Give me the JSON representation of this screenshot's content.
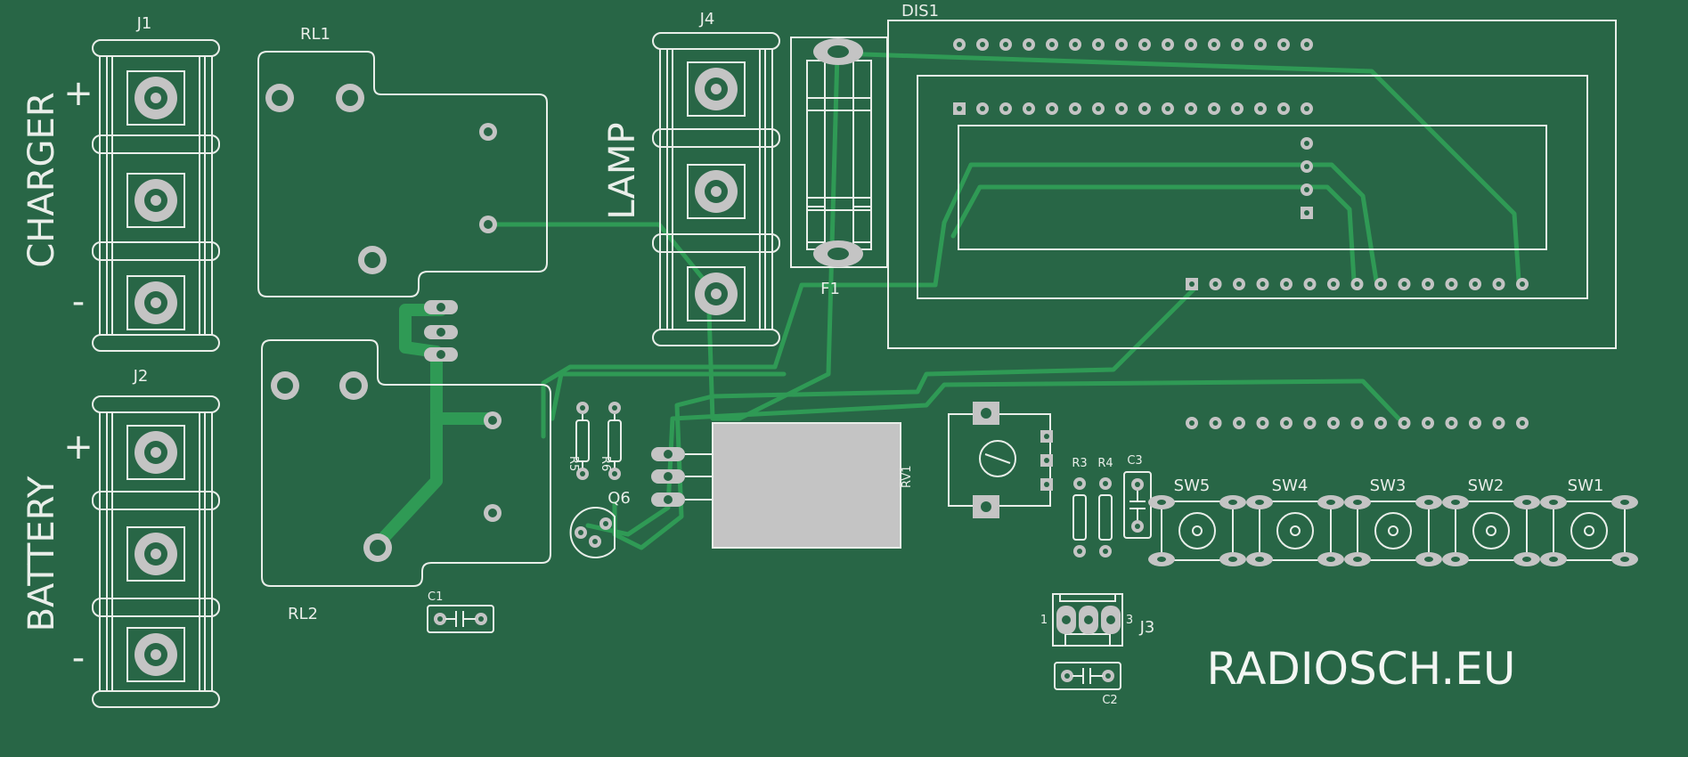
{
  "board": {
    "components": {
      "j1": "J1",
      "j2": "J2",
      "j3": "J3",
      "j4": "J4",
      "rl1": "RL1",
      "rl2": "RL2",
      "f1": "F1",
      "dis1": "DIS1",
      "rv1": "RV1",
      "q6": "Q6",
      "r3": "R3",
      "r4": "R4",
      "r5": "R5",
      "r6": "R6",
      "c1": "C1",
      "c2": "C2",
      "c3": "C3",
      "sw1": "SW1",
      "sw2": "SW2",
      "sw3": "SW3",
      "sw4": "SW4",
      "sw5": "SW5",
      "j3_pin1": "1",
      "j3_pin3": "3"
    },
    "silkscreen": {
      "charger": "CHARGER",
      "battery": "BATTERY",
      "lamp": "LAMP",
      "plus": "+",
      "minus": "-",
      "brand": "RADIOSCH.EU"
    },
    "colors": {
      "board": "#286646",
      "trace": "#2f9a55",
      "silkscreen": "#e9eee9",
      "pad": "#c4c4c4"
    }
  }
}
